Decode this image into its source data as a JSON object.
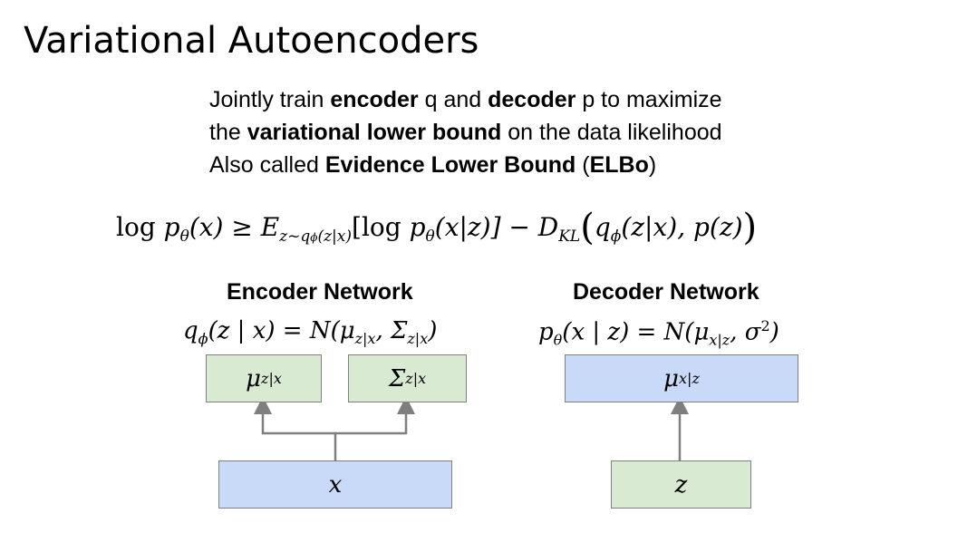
{
  "slide": {
    "title": "Variational Autoencoders"
  },
  "intro": {
    "line1_a": "Jointly train ",
    "line1_b": "encoder",
    "line1_c": " q and ",
    "line1_d": "decoder",
    "line1_e": " p to maximize",
    "line2_a": "the ",
    "line2_b": "variational lower bound",
    "line2_c": " on the data likelihood",
    "line3_a": "Also called ",
    "line3_b": "Evidence Lower Bound",
    "line3_c": " (",
    "line3_d": "ELBo",
    "line3_e": ")"
  },
  "elbo": {
    "lhs_log": "log ",
    "lhs_p": "p",
    "lhs_theta": "θ",
    "lhs_x": "(x)",
    "geq": " ≥  ",
    "E": "E",
    "E_sub": "z~q",
    "E_sub_phi": "ϕ",
    "E_sub_cond": "(z|x)",
    "bracket_log": "[log ",
    "bracket_p": "p",
    "bracket_theta": "θ",
    "bracket_cond": "(x|z)]",
    "minus": " − ",
    "D": "D",
    "D_sub": "KL",
    "paren_open": "(",
    "q": "q",
    "q_phi": "ϕ",
    "q_arg": "(z|x), p(z)",
    "paren_close": ")"
  },
  "encoder": {
    "title": "Encoder Network",
    "eq_q": "q",
    "eq_phi": "ϕ",
    "eq_rest": "(z | x) = N(μ",
    "eq_sub1": "z|x",
    "eq_comma": ", Σ",
    "eq_sub2": "z|x",
    "eq_close": ")",
    "box_mu": "μ",
    "box_mu_sub": "z|x",
    "box_sigma": "Σ",
    "box_sigma_sub": "z|x",
    "box_input": "x"
  },
  "decoder": {
    "title": "Decoder Network",
    "eq_p": "p",
    "eq_theta": "θ",
    "eq_rest": "(x | z) = N(μ",
    "eq_sub": "x|z",
    "eq_comma": ", σ",
    "eq_sup": "2",
    "eq_close": ")",
    "box_mu": "μ",
    "box_mu_sub": "x|z",
    "box_input": "z"
  },
  "colors": {
    "green_box": "#d9ead3",
    "blue_box": "#c9daf8",
    "arrow": "#7f7f7f"
  }
}
